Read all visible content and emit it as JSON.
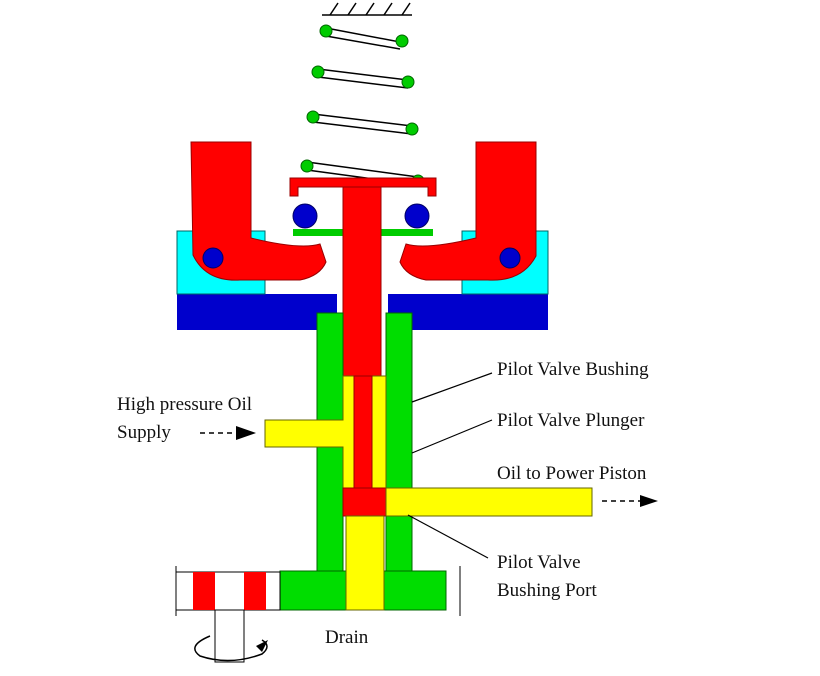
{
  "labels": {
    "high_pressure_oil_line1": "High pressure Oil",
    "high_pressure_oil_line2": "Supply",
    "pilot_valve_bushing": "Pilot Valve Bushing",
    "pilot_valve_plunger": "Pilot Valve Plunger",
    "oil_to_power_piston": "Oil to Power Piston",
    "bushing_port_line1": "Pilot Valve",
    "bushing_port_line2": "Bushing Port",
    "drain": "Drain"
  },
  "colors": {
    "flyweight": "#ff0000",
    "base": "#0000cc",
    "cup": "#00ffff",
    "bushing": "#00dd00",
    "oil": "#ffff00",
    "spring": "#00cc00",
    "pivot": "#0000cc"
  }
}
